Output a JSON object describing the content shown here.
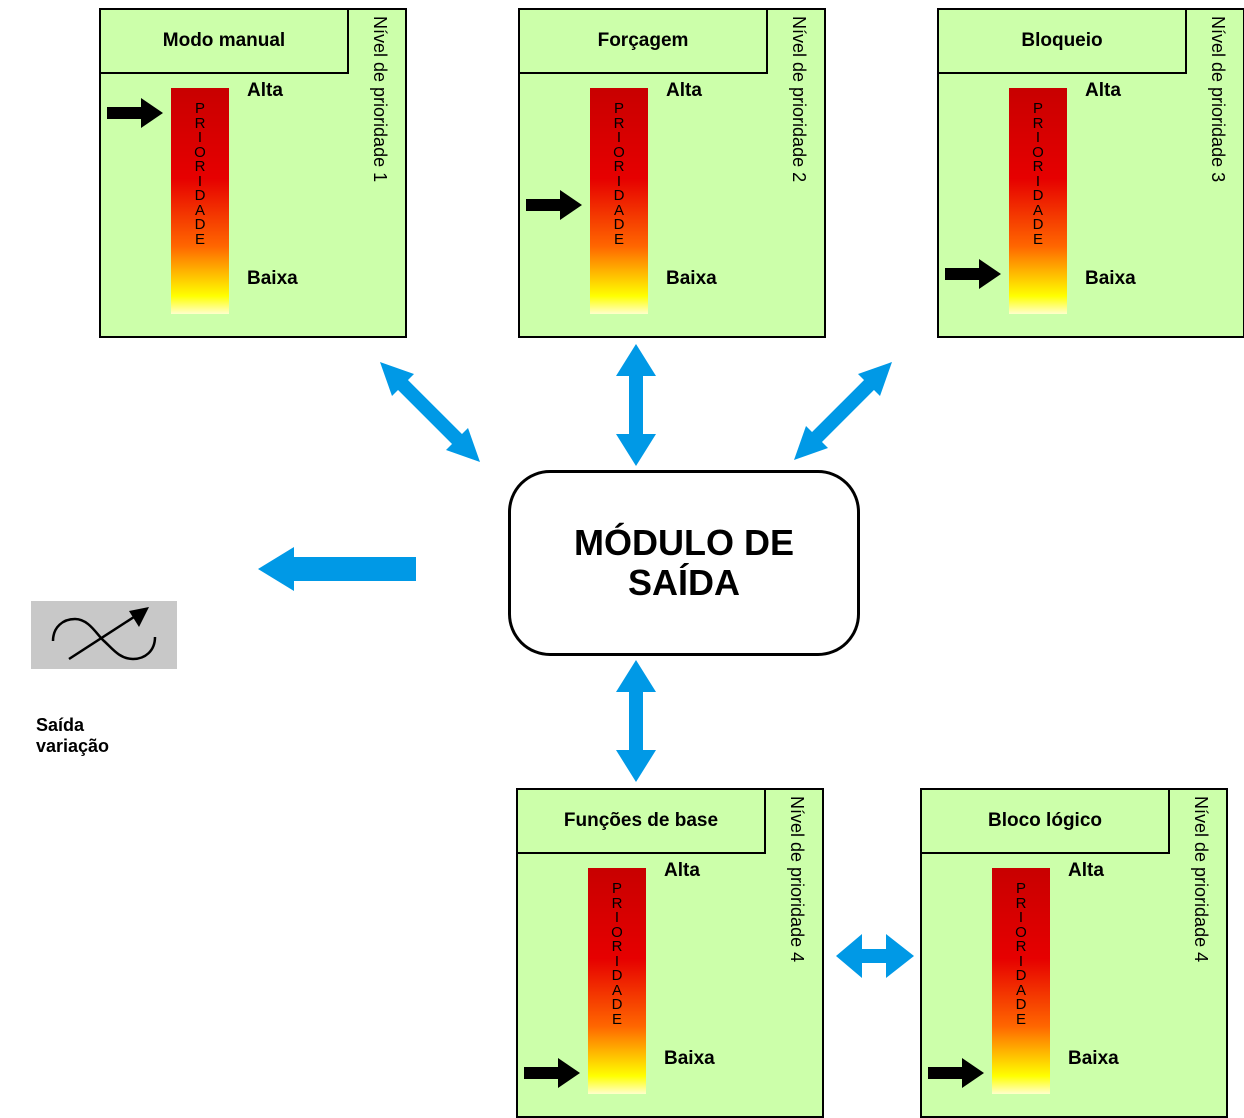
{
  "module": {
    "line1": "MÓDULO DE",
    "line2": "SAÍDA"
  },
  "output": {
    "label": "Saída variação",
    "icon": "variation-output-icon"
  },
  "colors": {
    "box_fill": "#ccffaa",
    "arrow": "#0099e6",
    "pointer": "#000000",
    "symbol_bg": "#c8c8c8"
  },
  "priority_word": [
    "P",
    "R",
    "I",
    "O",
    "R",
    "I",
    "D",
    "A",
    "D",
    "E"
  ],
  "boxes": [
    {
      "title": "Modo manual",
      "level": "Nível de prioridade 1",
      "high": "Alta",
      "low": "Baixa",
      "pointer": "high"
    },
    {
      "title": "Forçagem",
      "level": "Nível de prioridade 2",
      "high": "Alta",
      "low": "Baixa",
      "pointer": "mid"
    },
    {
      "title": "Bloqueio",
      "level": "Nível de prioridade 3",
      "high": "Alta",
      "low": "Baixa",
      "pointer": "low-mid"
    },
    {
      "title": "Funções de base",
      "level": "Nível de prioridade 4",
      "high": "Alta",
      "low": "Baixa",
      "pointer": "low"
    },
    {
      "title": "Bloco lógico",
      "level": "Nível de prioridade 4",
      "high": "Alta",
      "low": "Baixa",
      "pointer": "low"
    }
  ]
}
